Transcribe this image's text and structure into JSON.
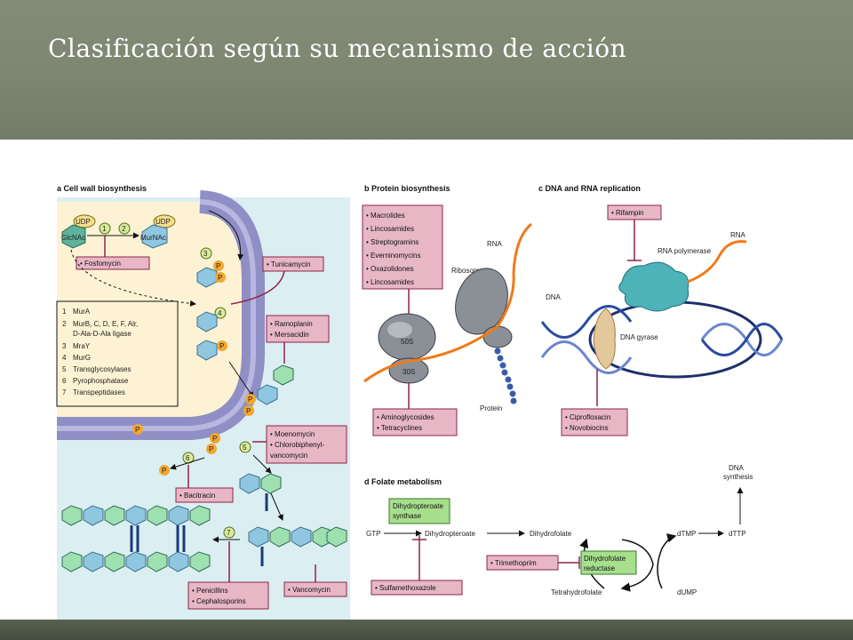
{
  "slide": {
    "title": "Clasificación según su mecanismo de acción"
  },
  "colors": {
    "pink_box": "#e7b7c6",
    "pink_border": "#8e2448",
    "wall": "#8f8fc6",
    "green_box": "#a7df8d"
  },
  "panel_a": {
    "heading": "a  Cell wall biosynthesis",
    "udp1": "UDP",
    "udp2": "UDP",
    "glcnac": "GlcNAc",
    "murnac": "MurNAc",
    "steps": [
      "1",
      "2",
      "3",
      "4",
      "5",
      "6",
      "7"
    ],
    "p_label": "P",
    "enzymes": [
      "MurA",
      "MurB, C, D, E, F, Alr,",
      "D-Ala-D-Ala ligase",
      "MraY",
      "MurG",
      "Transglycosylases",
      "Pyrophosphatase",
      "Transpeptidases"
    ],
    "enzyme_nums": [
      "1",
      "2",
      "",
      "3",
      "4",
      "5",
      "6",
      "7"
    ],
    "drugs": {
      "fosfomycin": "• Fosfomycin",
      "tunicamycin": "• Tunicamycin",
      "ramoplanin": [
        "• Ramoplanin",
        "• Mersacidin"
      ],
      "moenomycin": [
        "• Moenomycin",
        "• Chlorobiphenyl-",
        "  vancomycin"
      ],
      "bacitracin": "• Bacitracin",
      "penicillins": [
        "• Penicillins",
        "• Cephalosporins"
      ],
      "vancomycin": "• Vancomycin"
    }
  },
  "panel_b": {
    "heading": "b  Protein biosynthesis",
    "drugs_top": [
      "• Macrolides",
      "• Lincosamides",
      "• Streptogramins",
      "• Everninomycins",
      "• Oxazolidones",
      "• Lincosamides"
    ],
    "rna": "RNA",
    "ribosome": "Ribosome",
    "s50": "50S",
    "s30": "30S",
    "protein": "Protein",
    "drugs_bottom": [
      "• Aminoglycosides",
      "• Tetracyclines"
    ]
  },
  "panel_c": {
    "heading": "c  DNA and RNA replication",
    "rifampin": "• Rifampin",
    "rna_polymerase": "RNA polymerase",
    "rna": "RNA",
    "dna": "DNA",
    "dna_gyrase": "DNA gyrase",
    "drugs": [
      "• Ciprofloxacin",
      "• Novobiocins"
    ]
  },
  "panel_d": {
    "heading": "d  Folate metabolism",
    "dna_synthesis": [
      "DNA",
      "synthesis"
    ],
    "dhps": [
      "Dihydropteroate",
      "synthase"
    ],
    "gtp": "GTP",
    "dihydropteroate": "Dihydropteroate",
    "dihydrofolate": "Dihydrofolate",
    "dtmp": "dTMP",
    "dttp": "dTTP",
    "dump": "dUMP",
    "tetrahydrofolate": "Tetrahydrofolate",
    "trimethoprim": "• Trimethoprim",
    "dhfr": [
      "Dihydrofolate",
      "reductase"
    ],
    "sulfa": "• Sulfamethoxazole"
  }
}
